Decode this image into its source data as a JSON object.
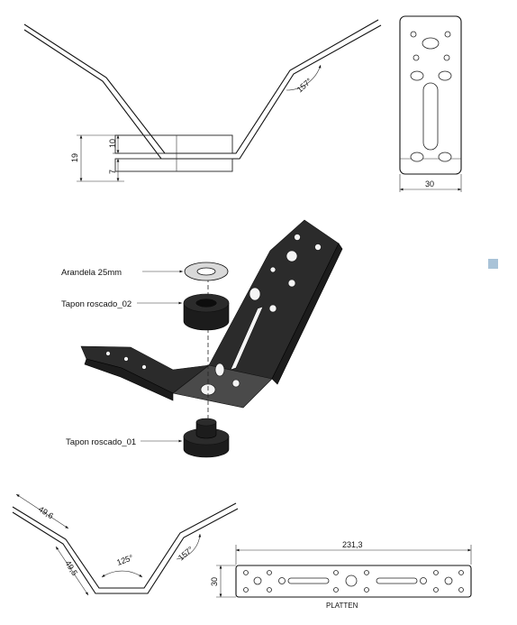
{
  "front_view": {
    "dim_19": "19",
    "dim_10": "10",
    "dim_7": "7",
    "angle_157": "157°"
  },
  "top_view": {
    "dim_30": "30"
  },
  "exploded_view": {
    "labels": {
      "washer": "Arandela 25mm",
      "upper_plug": "Tapon roscado_02",
      "lower_plug": "Tapon roscado_01"
    }
  },
  "bottom_view": {
    "dim_49_6": "49,6",
    "dim_49_5": "49,5",
    "angle_125": "125°",
    "angle_157": "157°"
  },
  "flat_view": {
    "dim_231_3": "231,3",
    "dim_30": "30",
    "caption_fragment": "PLATTEN"
  },
  "colors": {
    "line": "#222222",
    "part_dark": "#2b2b2b",
    "side_marker": "#a9c3d8"
  }
}
